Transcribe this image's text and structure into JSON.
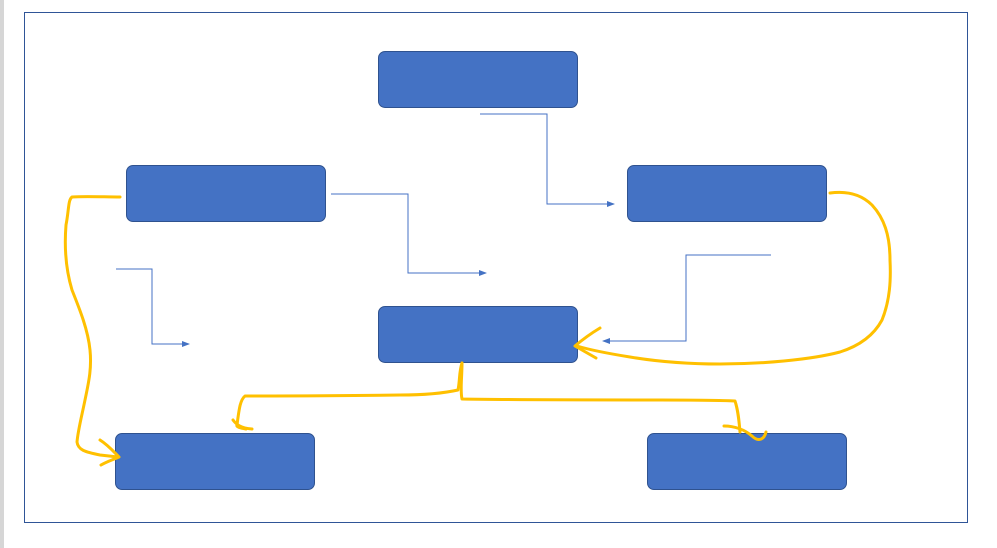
{
  "diagram": {
    "nodes": [
      {
        "id": "top",
        "label": ""
      },
      {
        "id": "left",
        "label": ""
      },
      {
        "id": "right",
        "label": ""
      },
      {
        "id": "center",
        "label": ""
      },
      {
        "id": "bot-left",
        "label": ""
      },
      {
        "id": "bot-right",
        "label": ""
      }
    ],
    "colors": {
      "node_fill": "#4472c4",
      "node_border": "#2f528f",
      "connector": "#4472c4",
      "annotation": "#ffc000",
      "frame": "#2f5597"
    }
  }
}
